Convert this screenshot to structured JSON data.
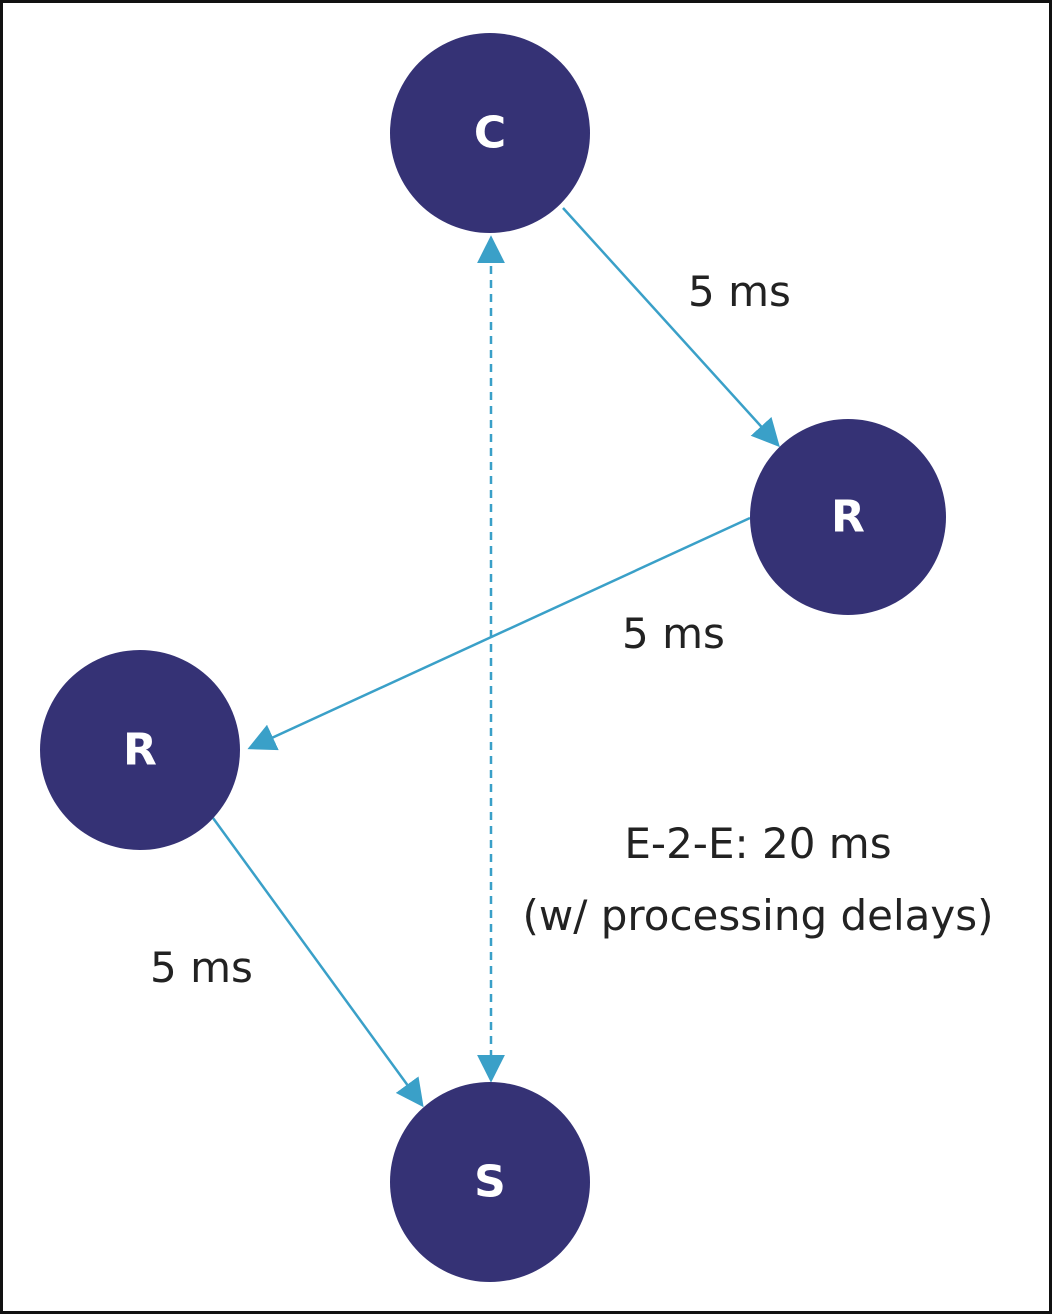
{
  "colors": {
    "node_fill": "#353275",
    "edge": "#3aa0c8",
    "text": "#222222",
    "background": "#ffffff"
  },
  "nodes": {
    "client": {
      "label": "C"
    },
    "router_right": {
      "label": "R"
    },
    "router_left": {
      "label": "R"
    },
    "server": {
      "label": "S"
    }
  },
  "edges": {
    "client_to_router_right": {
      "label": "5 ms"
    },
    "router_right_to_router_left": {
      "label": "5 ms"
    },
    "router_left_to_server": {
      "label": "5 ms"
    }
  },
  "end_to_end": {
    "line1": "E-2-E: 20 ms",
    "line2": "(w/ processing delays)"
  }
}
